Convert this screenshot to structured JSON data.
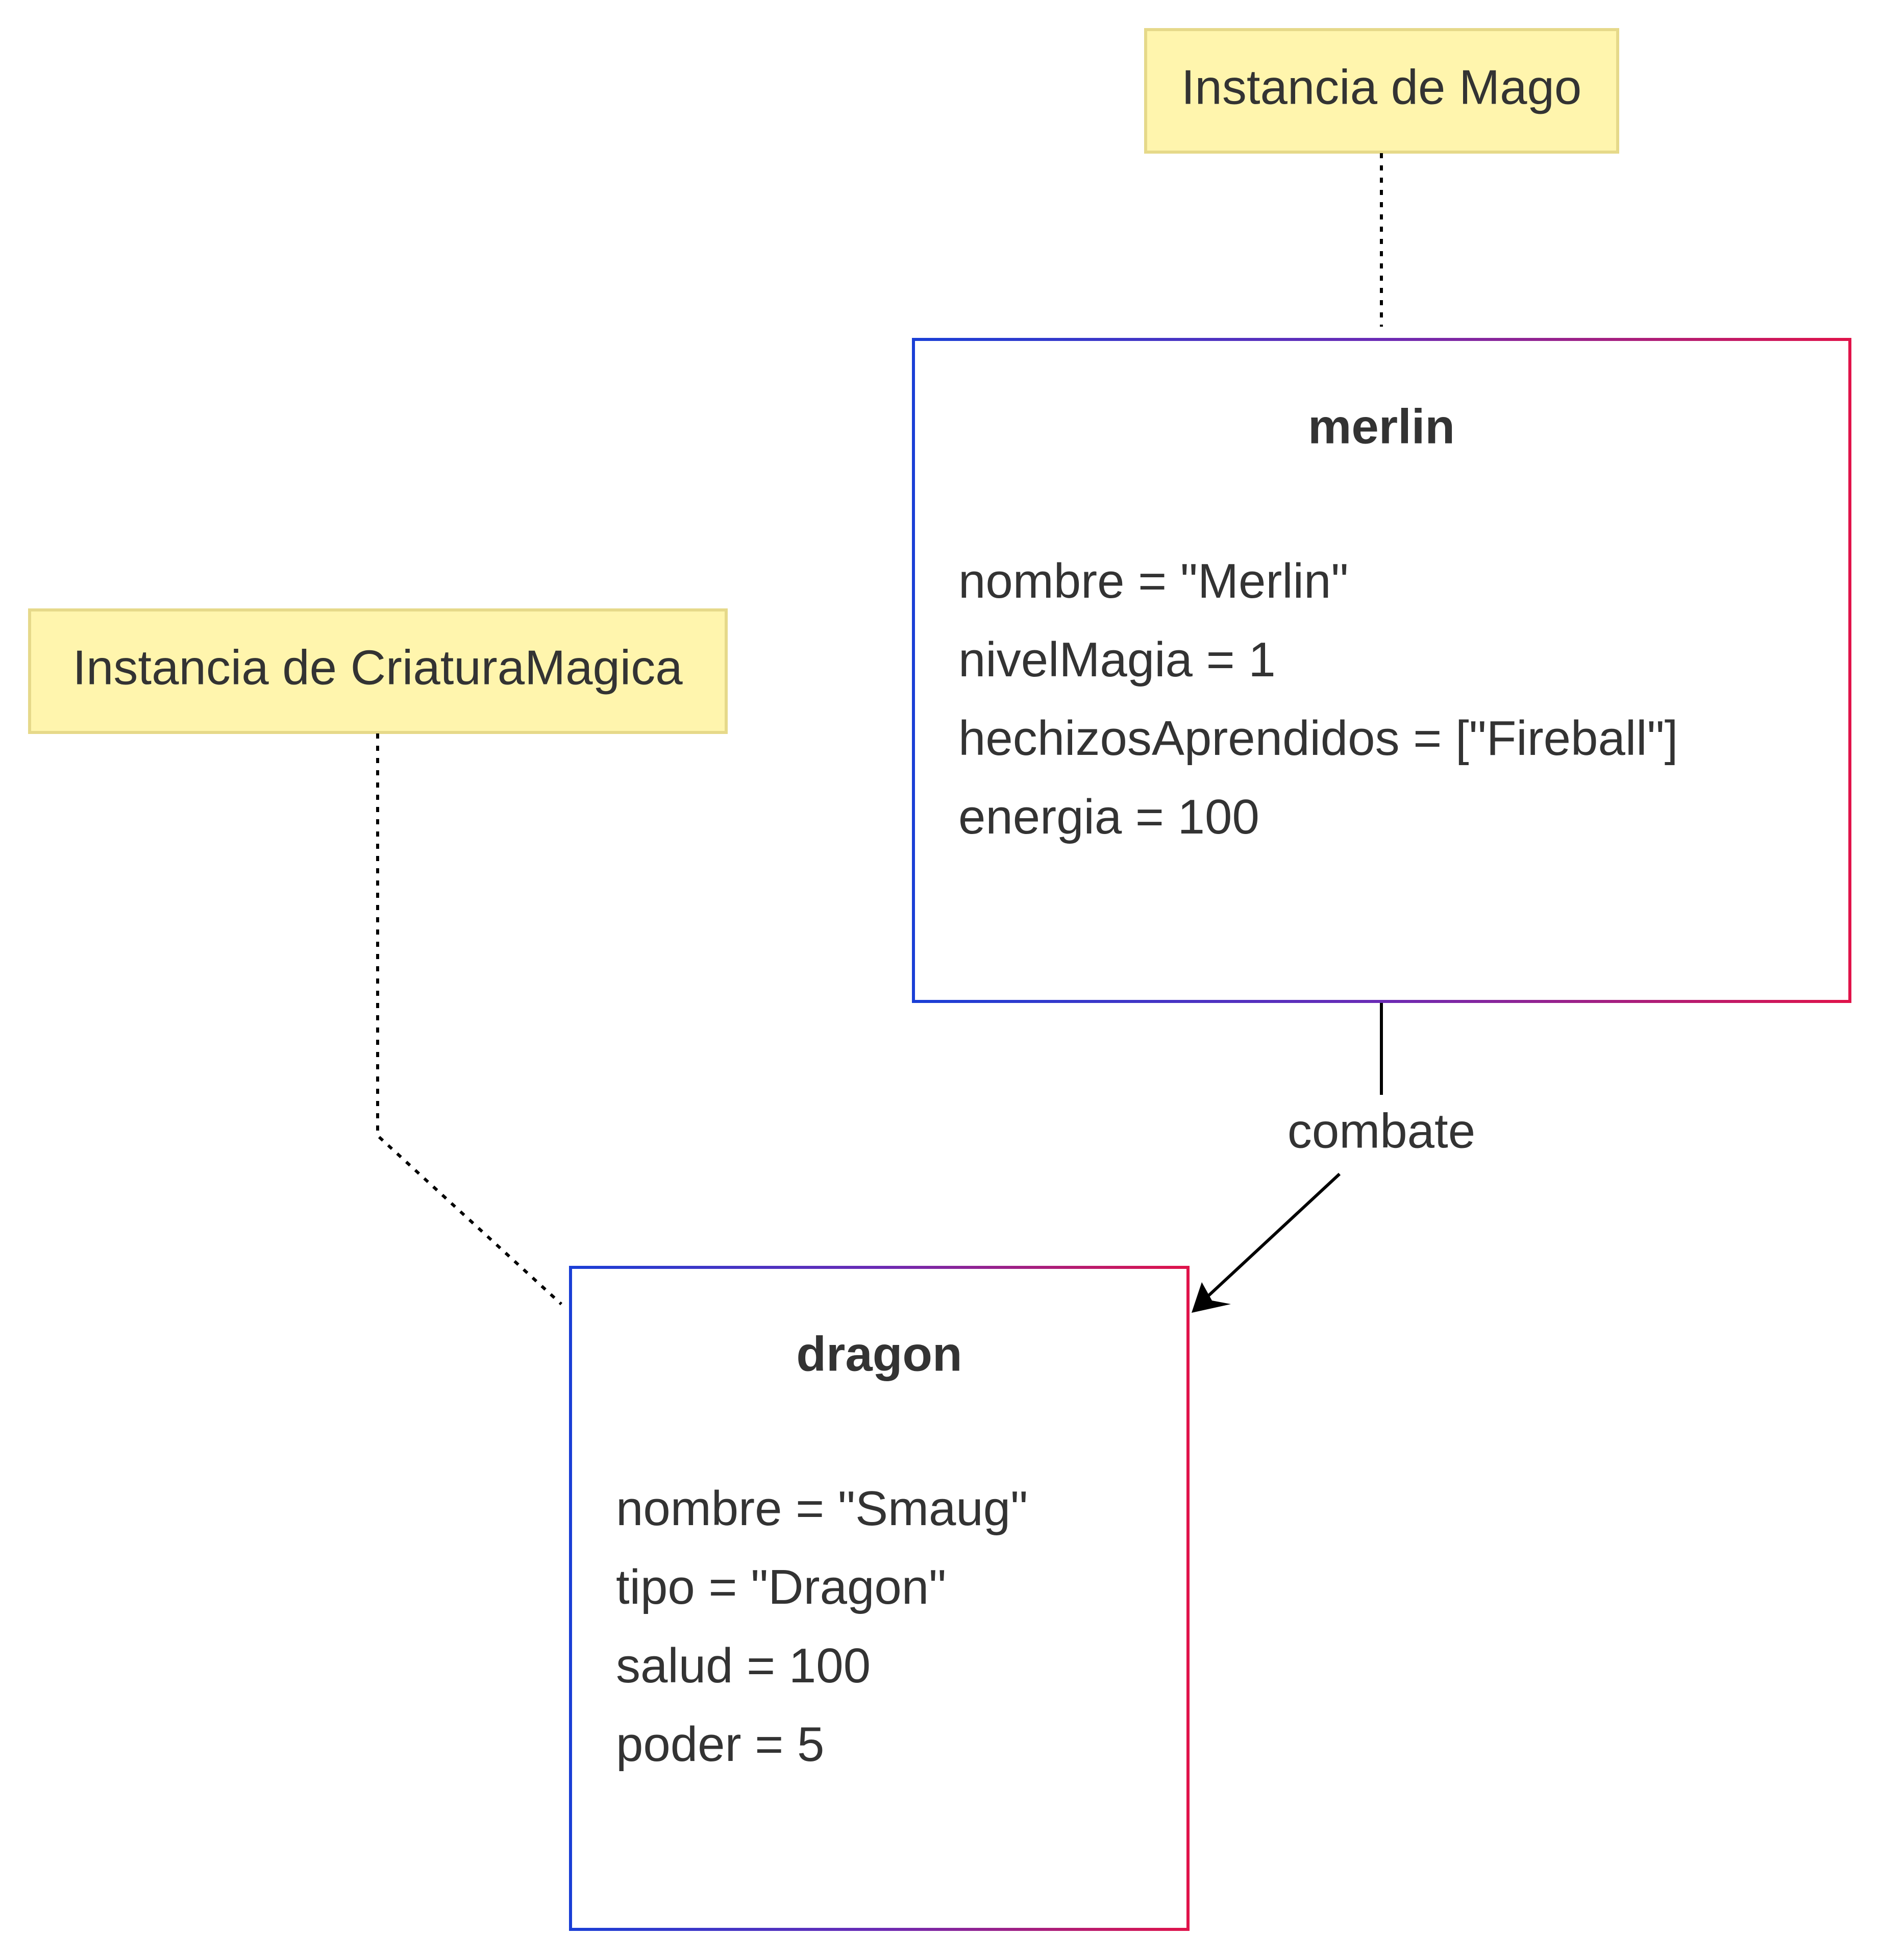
{
  "notes": {
    "mago": {
      "text": "Instancia de Mago"
    },
    "criatura": {
      "text": "Instancia de CriaturaMagica"
    }
  },
  "objects": {
    "merlin": {
      "name": "merlin",
      "attributes": [
        "nombre = \"Merlin\"",
        "nivelMagia = 1",
        "hechizosAprendidos = [\"Fireball\"]",
        "energia = 100"
      ]
    },
    "dragon": {
      "name": "dragon",
      "attributes": [
        "nombre = \"Smaug\"",
        "tipo = \"Dragon\"",
        "salud = 100",
        "poder = 5"
      ]
    }
  },
  "relations": {
    "combate": {
      "label": "combate"
    }
  },
  "colors": {
    "note_fill": "#fff5ad",
    "note_stroke": "#e6d98a",
    "border_start": "#1a3fd6",
    "border_mid": "#6b2bb5",
    "border_end": "#e0134a",
    "text": "#333333",
    "line": "#000000"
  }
}
